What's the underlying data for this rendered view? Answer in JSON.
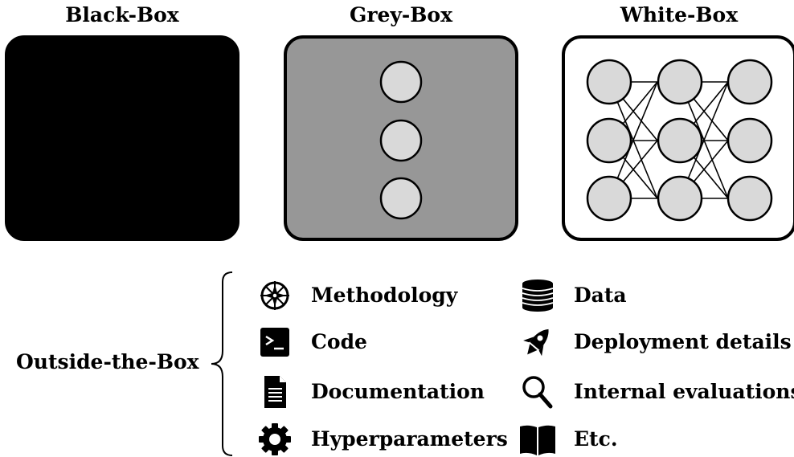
{
  "titles": {
    "black_box": "Black-Box",
    "grey_box": "Grey-Box",
    "white_box": "White-Box"
  },
  "outside": {
    "label": "Outside-the-Box",
    "items_left": [
      {
        "label": "Methodology",
        "icon": "compass-icon"
      },
      {
        "label": "Code",
        "icon": "terminal-icon"
      },
      {
        "label": "Documentation",
        "icon": "document-icon"
      },
      {
        "label": "Hyperparameters",
        "icon": "gear-icon"
      }
    ],
    "items_right": [
      {
        "label": "Data",
        "icon": "database-icon"
      },
      {
        "label": "Deployment details",
        "icon": "rocket-icon"
      },
      {
        "label": "Internal evaluations",
        "icon": "magnifier-icon"
      },
      {
        "label": "Etc.",
        "icon": "book-icon"
      }
    ]
  },
  "colors": {
    "black_box_fill": "#000000",
    "grey_box_fill": "#979797",
    "white_box_fill": "#ffffff",
    "node_fill": "#d9d9d9"
  }
}
